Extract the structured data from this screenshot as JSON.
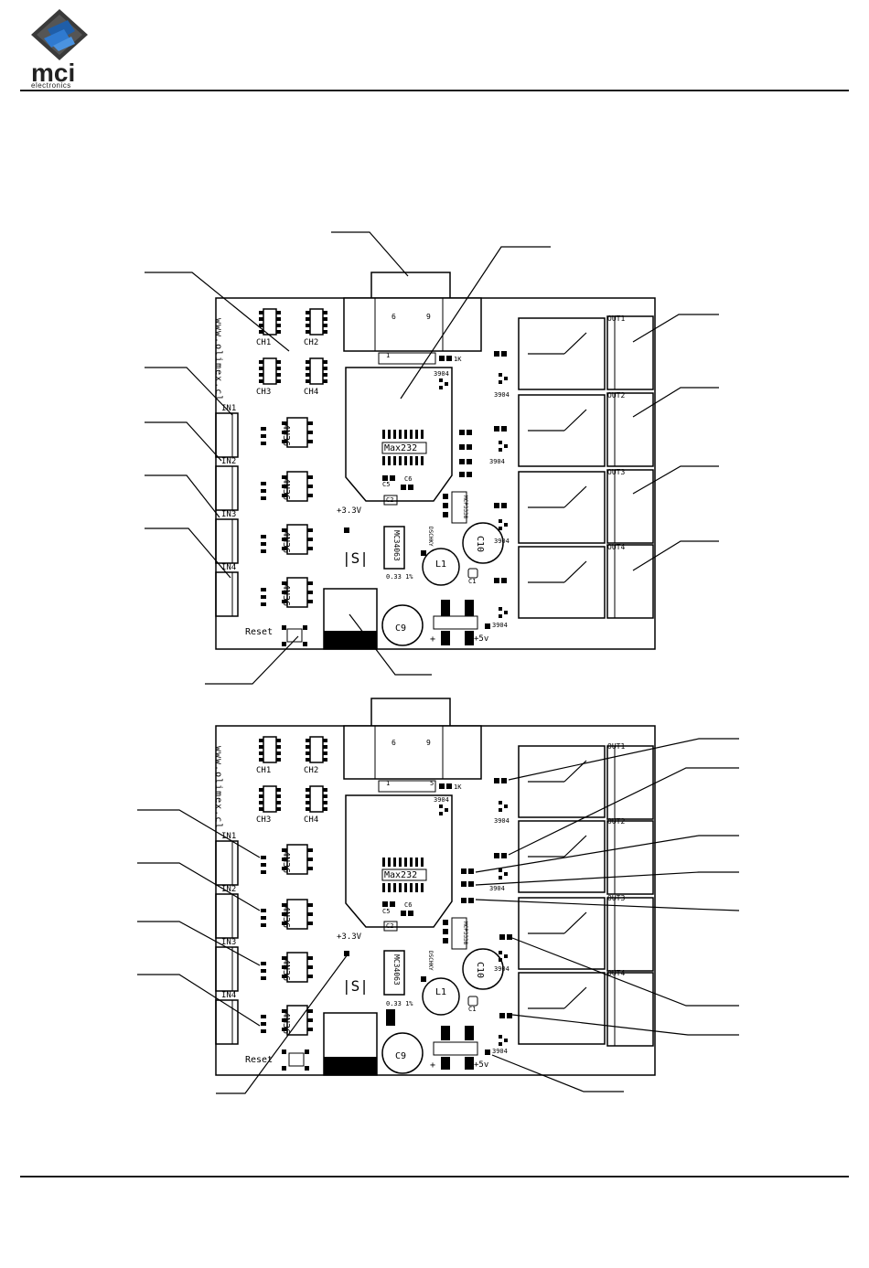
{
  "header": {
    "logo_icon": "mci-diamond-logo-icon",
    "logo_name": "mci",
    "logo_tagline": "electronics"
  },
  "board": {
    "site_label": "www.olimex.cl",
    "channels": [
      "CH1",
      "CH2",
      "CH3",
      "CH4"
    ],
    "inputs": [
      "IN1",
      "IN2",
      "IN3",
      "IN4"
    ],
    "outputs": [
      "OUT1",
      "OUT2",
      "OUT3",
      "OUT4"
    ],
    "optocoupler": "4N36",
    "serial_ic": "Max232",
    "regulator": "MC34063",
    "ldo": "MCP3338",
    "resistor_shunt": "0.33 1%",
    "inductor": "L1",
    "cap_c10": "C10",
    "cap_c9": "C9",
    "cap_c5": "C5",
    "cap_c6": "C6",
    "cap_c1": "C1",
    "cap_c2": "C2",
    "diode": "DSCHKY",
    "transistor": "3904",
    "resistor_1k": "1K",
    "v33": "+3.3V",
    "v5": "+5v",
    "reset": "Reset",
    "db9_pin6": "6",
    "db9_pin9": "9",
    "db9_pin1": "1",
    "db9_pin5": "5",
    "plus": "+"
  }
}
